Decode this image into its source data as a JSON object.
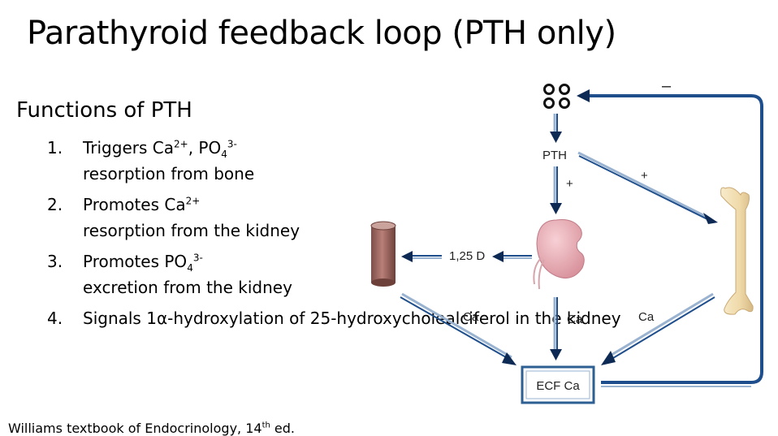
{
  "title": "Parathyroid feedback loop (PTH only)",
  "functions": {
    "heading": "Functions of PTH",
    "items": [
      {
        "num": "1.",
        "segments": [
          {
            "t": "Triggers Ca"
          },
          {
            "t": "2+",
            "sup": true
          },
          {
            "t": ", PO"
          },
          {
            "t": "4",
            "sub": true
          },
          {
            "t": "3-",
            "sup": true
          },
          {
            "t": " resorption from bone"
          }
        ]
      },
      {
        "num": "2.",
        "segments": [
          {
            "t": "Promotes Ca"
          },
          {
            "t": "2+",
            "sup": true
          },
          {
            "t": " resorption from the kidney"
          }
        ]
      },
      {
        "num": "3.",
        "segments": [
          {
            "t": "Promotes PO"
          },
          {
            "t": "4",
            "sub": true
          },
          {
            "t": "3-",
            "sup": true
          },
          {
            "t": " excretion from the kidney"
          }
        ]
      },
      {
        "num": "4.",
        "segments": [
          {
            "t": "Signals 1"
          },
          {
            "t": "α"
          },
          {
            "t": "-hydroxylation of 25-hydroxycholealciferol in the kidney"
          }
        ]
      }
    ]
  },
  "citation": {
    "main": "Williams textbook of Endocrinology, 14",
    "sup": "th",
    "end": " ed."
  },
  "diagram": {
    "pth_label": "PTH",
    "plus_kidney": "+",
    "plus_bone": "+",
    "minus_feedback": "–",
    "vitd_label": "1,25 D",
    "ca_left": "Ca",
    "ca_middle": "Ca",
    "ca_right": "Ca",
    "ecf_label": "ECF Ca",
    "colors": {
      "arrow": "#1f4e8c",
      "arrow_dark": "#0d2a55",
      "kidney": "#e9b3bb",
      "bone": "#f0dcb0",
      "intestine": "#a06d66",
      "box": "#2e5f93"
    }
  }
}
